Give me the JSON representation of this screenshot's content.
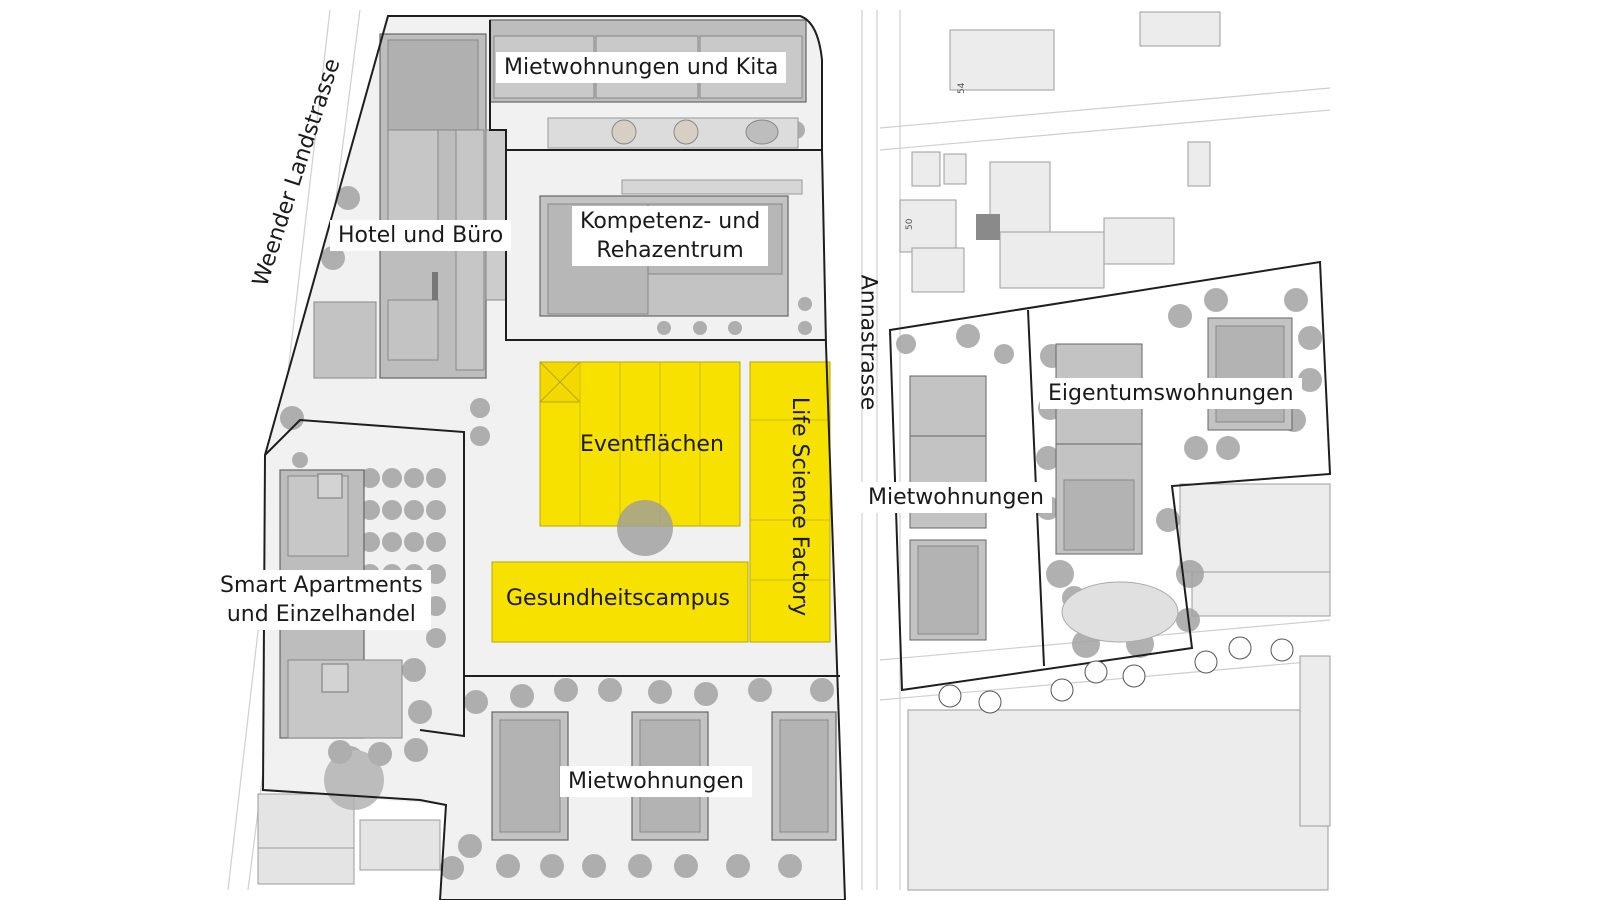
{
  "map": {
    "streets": {
      "weender": "Weender Landstrasse",
      "anna": "Annastrasse"
    },
    "buildings": {
      "kita": "Mietwohnungen und Kita",
      "hotel": "Hotel und Büro",
      "kompetenz_line1": "Kompetenz- und",
      "kompetenz_line2": "Rehazentrum",
      "event": "Eventflächen",
      "life_science": "Life Science Factory",
      "smart_line1": "Smart Apartments",
      "smart_line2": "und Einzelhandel",
      "gesundheit": "Gesundheitscampus",
      "miet_south": "Mietwohnungen",
      "miet_east": "Mietwohnungen",
      "eigentum": "Eigentumswohnungen"
    },
    "house_numbers": [
      "54",
      "50"
    ],
    "colors": {
      "highlight": "#f6e100",
      "building": "#b9b9b9",
      "roof_dark": "#9c9c9c",
      "ground": "#efefef",
      "tree": "#9a9a9a",
      "outline": "#1e1e1e"
    }
  }
}
